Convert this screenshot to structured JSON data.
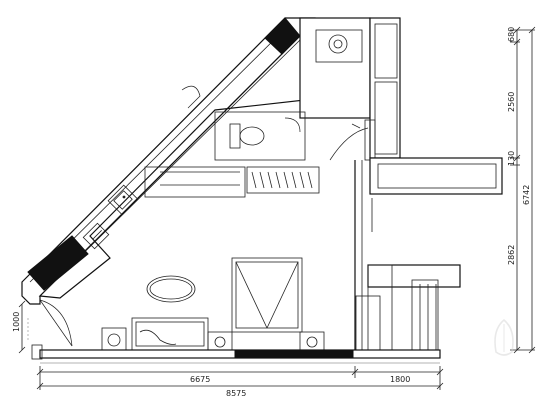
{
  "dimensions": {
    "bottom_left": "6675",
    "bottom_right": "1800",
    "bottom_total": "8575",
    "left_door": "1000",
    "right_top": "680",
    "right_upper": "2560",
    "right_mid": "130",
    "right_lower": "2862",
    "right_total": "6742"
  },
  "colors": {
    "line": "#111111",
    "fill_dark": "#111111",
    "background": "#ffffff",
    "watermark": "#cfcfcf"
  },
  "icons": {
    "watermark": "leaf-watermark-icon"
  }
}
